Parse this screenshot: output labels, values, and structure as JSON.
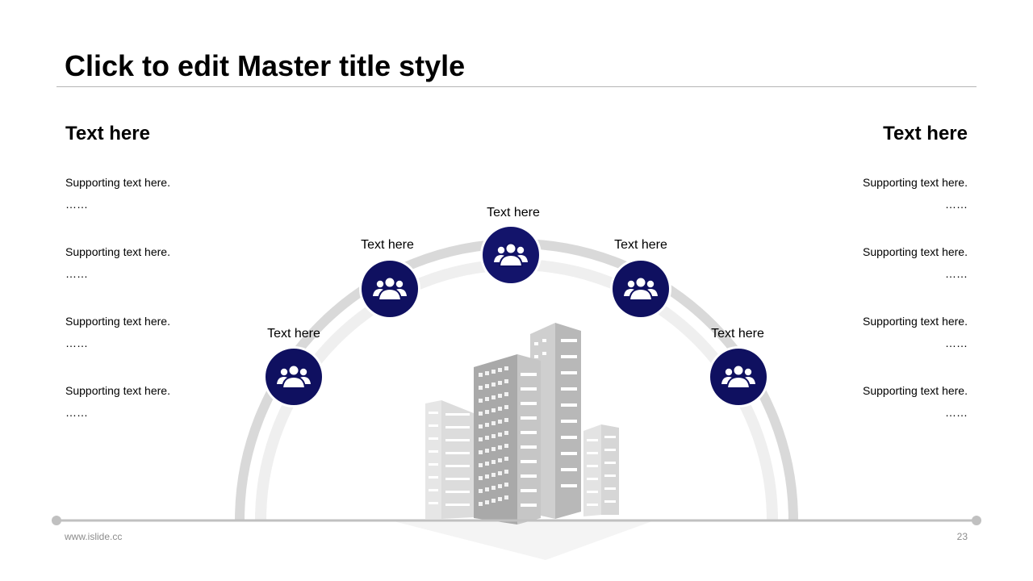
{
  "slide": {
    "title": "Click to edit Master title style",
    "left_heading": "Text here",
    "right_heading": "Text here",
    "left_items": [
      {
        "text": "Supporting text here.",
        "ellipsis": "……"
      },
      {
        "text": "Supporting text here.",
        "ellipsis": "……"
      },
      {
        "text": "Supporting text here.",
        "ellipsis": "……"
      },
      {
        "text": "Supporting text here.",
        "ellipsis": "……"
      }
    ],
    "right_items": [
      {
        "text": "Supporting text here.",
        "ellipsis": "……"
      },
      {
        "text": "Supporting text here.",
        "ellipsis": "……"
      },
      {
        "text": "Supporting text here.",
        "ellipsis": "……"
      },
      {
        "text": "Supporting text here.",
        "ellipsis": "……"
      }
    ],
    "nodes": [
      {
        "label": "Text here",
        "icon": "people-group-icon"
      },
      {
        "label": "Text here",
        "icon": "people-group-icon"
      },
      {
        "label": "Text here",
        "icon": "people-group-icon"
      },
      {
        "label": "Text here",
        "icon": "people-group-icon"
      },
      {
        "label": "Text here",
        "icon": "people-group-icon"
      }
    ],
    "footer_url": "www.islide.cc",
    "page_number": "23"
  },
  "colors": {
    "node_fill": "#0f1060",
    "arc_outer": "#d9d9d9",
    "arc_inner": "#efefef",
    "baseline": "#c0c0c0",
    "building": "#b3b3b3"
  }
}
